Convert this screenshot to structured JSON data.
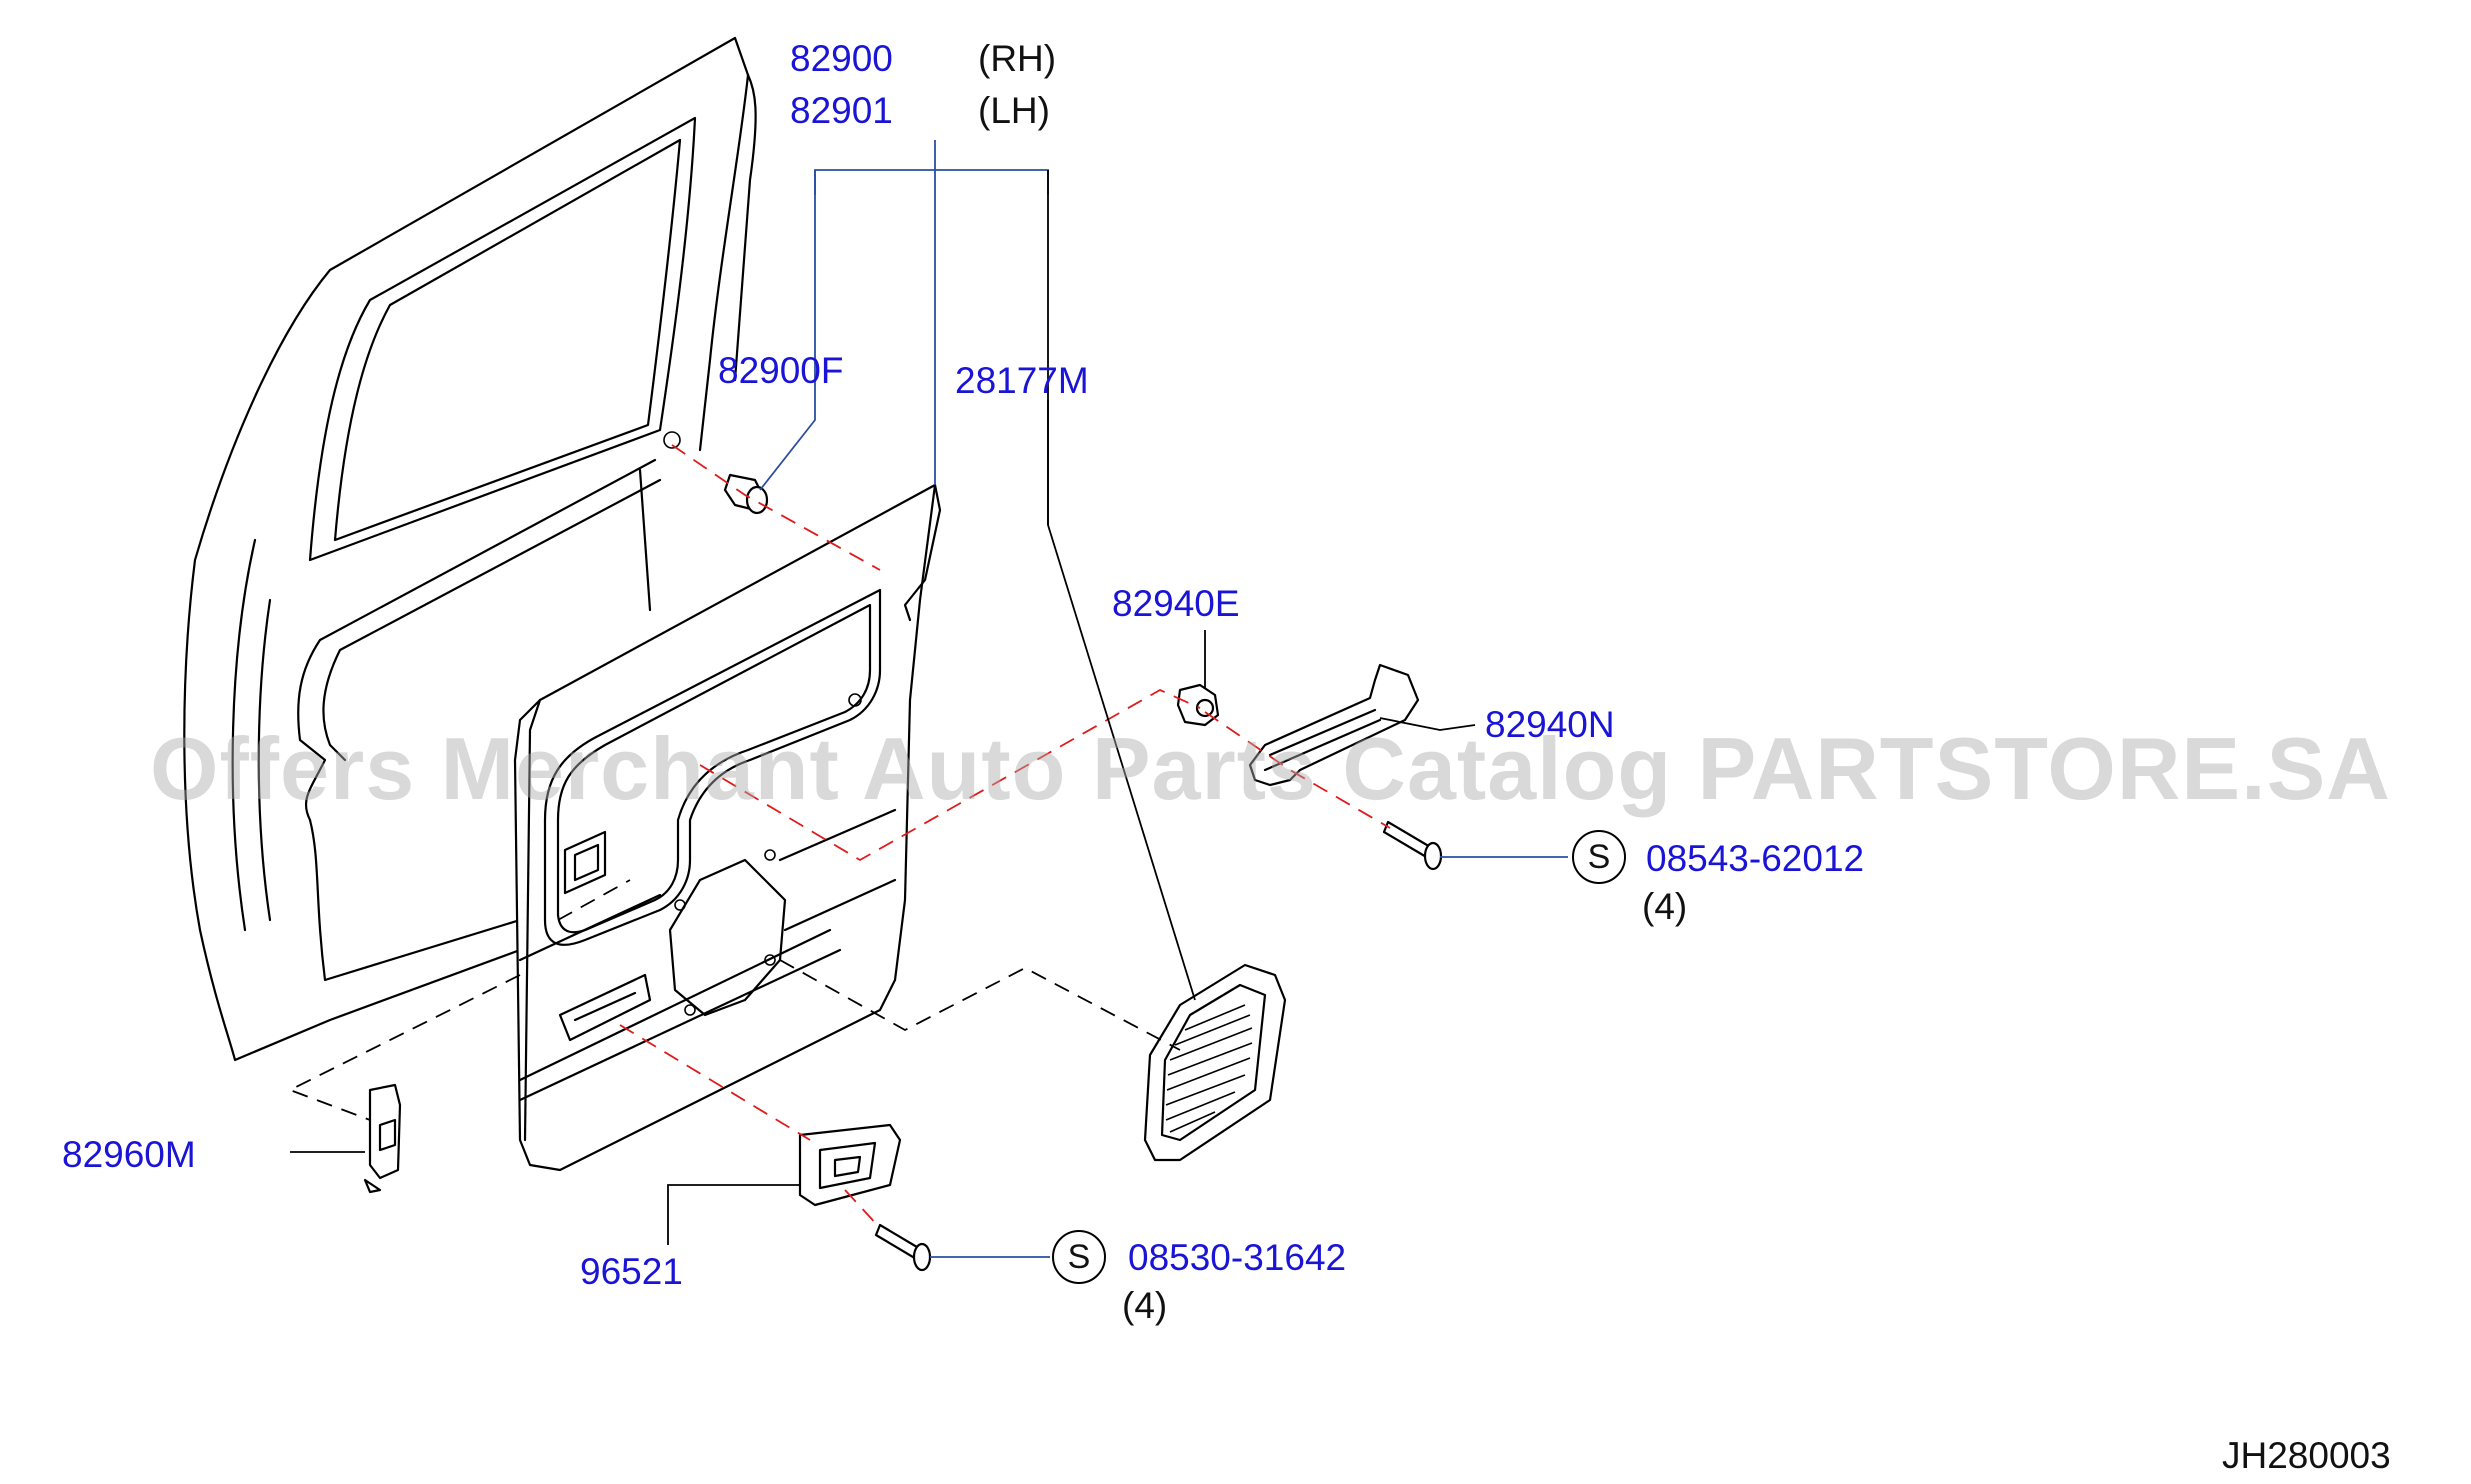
{
  "diagram": {
    "code": "JH280003",
    "watermark": "Offers Merchant Auto Parts Catalog PARTSTORE.SA",
    "colors": {
      "part_number": "#1a14d6",
      "note": "#111111",
      "red_dash": "#e01b1b",
      "leader": "#2a4ea0"
    },
    "labels": {
      "p82900": "82900",
      "rh": "(RH)",
      "p82901": "82901",
      "lh": "(LH)",
      "p82900F": "82900F",
      "p28177M": "28177M",
      "p82940E": "82940E",
      "p82940N": "82940N",
      "p0854362012": "08543-62012",
      "qty1": "(4)",
      "p82960M": "82960M",
      "p96521": "96521",
      "p0853031642": "08530-31642",
      "qty2": "(4)",
      "s_symbol": "S"
    }
  }
}
